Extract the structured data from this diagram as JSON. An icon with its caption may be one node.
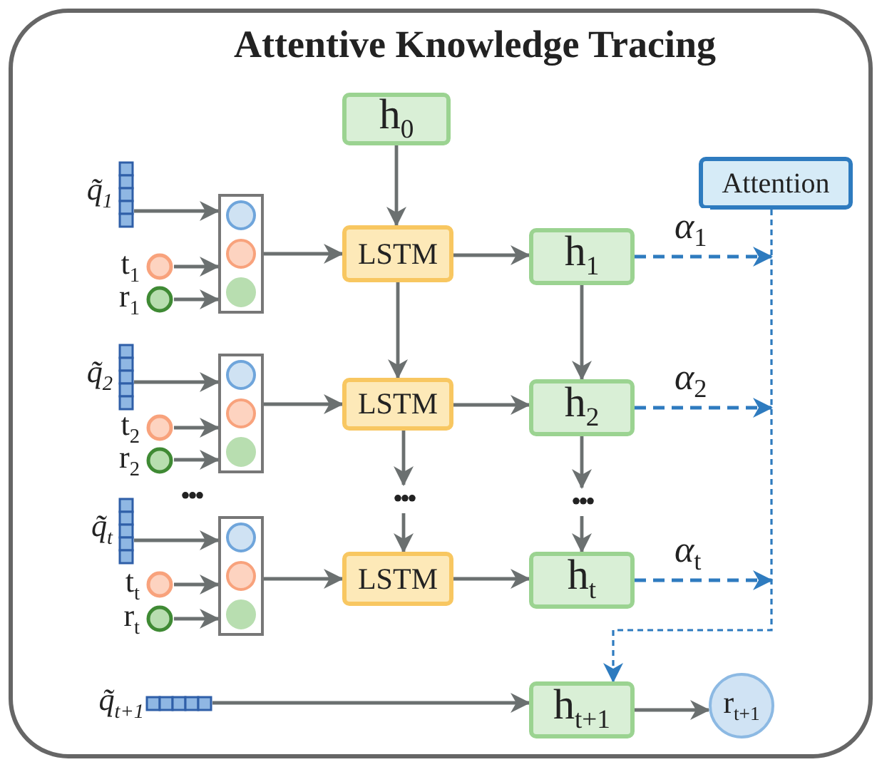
{
  "diagram": {
    "title": "Attentive Knowledge Tracing",
    "nodes": [
      {
        "text": [
          "h$_{0}$"
        ]
      },
      {
        "text": [
          "Attention"
        ]
      },
      {
        "text": [
          "q̃$_{1}$"
        ]
      },
      {
        "text": [
          "t$_{1}$"
        ]
      },
      {
        "text": [
          "r$_{1}$"
        ]
      },
      {
        "text": [],
        "shape": "box"
      },
      {
        "text": [
          "LSTM"
        ]
      },
      {
        "text": [
          "h$_{1}$"
        ]
      },
      {
        "text": [
          "q̃$_{2}$"
        ]
      },
      {
        "text": [
          "t$_{2}$"
        ]
      },
      {
        "text": [
          "r$_{2}$"
        ]
      },
      {
        "text": [],
        "shape": "box"
      },
      {
        "text": [
          "LSTM"
        ]
      },
      {
        "text": [
          "h$_{2}$"
        ]
      },
      {
        "text": [
          "•••"
        ]
      },
      {
        "text": [
          "•••"
        ]
      },
      {
        "text": [
          "q̃$_{t}$"
        ]
      },
      {
        "text": [
          "t$_{t}$"
        ]
      },
      {
        "text": [
          "r$_{t}$"
        ]
      },
      {
        "text": [],
        "shape": "box"
      },
      {
        "text": [
          "LSTM"
        ]
      },
      {
        "text": [
          "h$_{t}$"
        ]
      },
      {
        "text": [
          "q̃$_{t+1}$"
        ]
      },
      {
        "text": [
          "h$_{t+1}$"
        ]
      },
      {
        "text": [
          "r$_{t+1}$"
        ]
      }
    ],
    "edges": [
      {
        "from": 0,
        "to": 6,
        "arrow": "to"
      },
      {
        "from": 2,
        "to": 5,
        "arrow": "to"
      },
      {
        "from": 3,
        "to": 5,
        "arrow": "to"
      },
      {
        "from": 4,
        "to": 5,
        "arrow": "to"
      },
      {
        "from": 5,
        "to": 6,
        "arrow": "to"
      },
      {
        "from": 6,
        "to": 7,
        "arrow": "to"
      },
      {
        "from": 6,
        "to": 12,
        "arrow": "to"
      },
      {
        "from": 7,
        "to": 13,
        "arrow": "to"
      },
      {
        "from": 7,
        "to": null,
        "arrow": "to",
        "label": "α$_{1}$",
        "style": "dashed",
        "color": "#2e7bbf"
      },
      {
        "from": 8,
        "to": 11,
        "arrow": "to"
      },
      {
        "from": 9,
        "to": 11,
        "arrow": "to"
      },
      {
        "from": 10,
        "to": 11,
        "arrow": "to"
      },
      {
        "from": 11,
        "to": 12,
        "arrow": "to"
      },
      {
        "from": 12,
        "to": 13,
        "arrow": "to"
      },
      {
        "from": 12,
        "to": 14,
        "arrow": "to"
      },
      {
        "from": 14,
        "to": 20,
        "arrow": "to"
      },
      {
        "from": 13,
        "to": 15,
        "arrow": "to"
      },
      {
        "from": 15,
        "to": 21,
        "arrow": "to"
      },
      {
        "from": 13,
        "to": null,
        "arrow": "to",
        "label": "α$_{2}$",
        "style": "dashed",
        "color": "#2e7bbf"
      },
      {
        "from": 16,
        "to": 19,
        "arrow": "to"
      },
      {
        "from": 17,
        "to": 19,
        "arrow": "to"
      },
      {
        "from": 18,
        "to": 19,
        "arrow": "to"
      },
      {
        "from": 19,
        "to": 20,
        "arrow": "to"
      },
      {
        "from": 20,
        "to": 21,
        "arrow": "to"
      },
      {
        "from": 21,
        "to": null,
        "arrow": "to",
        "label": "α$_{t}$",
        "style": "dashed",
        "color": "#2e7bbf"
      },
      {
        "from": 1,
        "to": 23,
        "arrow": "to",
        "style": "dashed",
        "color": "#2e7bbf"
      },
      {
        "from": 22,
        "to": 23,
        "arrow": "to"
      },
      {
        "from": 23,
        "to": 24,
        "arrow": "to"
      }
    ],
    "labels": [
      "•••"
    ]
  }
}
